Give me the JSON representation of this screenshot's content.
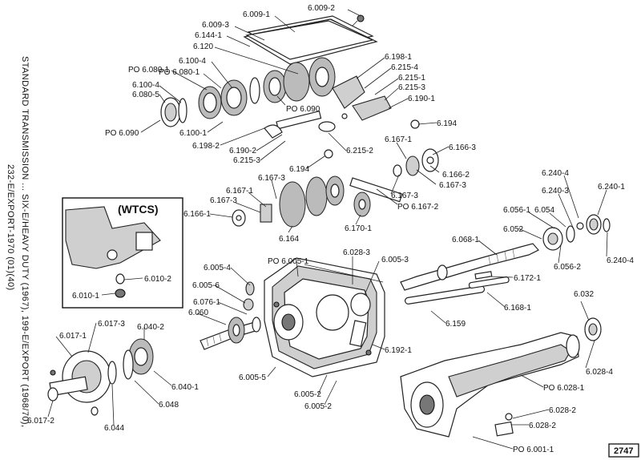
{
  "document": {
    "side_title_line1": "STANDARD TRANSMISSION ... SIX-E/HEAVY DUTY (1967), 199-E/EXPORT (1968/70),",
    "side_title_line2": "232-E/EXPORT-1970 (01)(40)",
    "inset_title": "(WTCS)",
    "page_number": "2747"
  },
  "labels": {
    "l_6009_1": "6.009-1",
    "l_6009_2": "6.009-2",
    "l_6009_3": "6.009-3",
    "l_6144_1": "6.144-1",
    "l_6120": "6.120",
    "l_6100_4a": "6.100-4",
    "l_po6080_1a": "PO 6.080-1",
    "l_po6080_1b": "PO 6.080-1",
    "l_6100_4b": "6.100-4",
    "l_6080_5": "6.080-5",
    "l_po6090a": "PO 6.090",
    "l_po6090b": "PO 6.090",
    "l_6100_1": "6.100-1",
    "l_6198_2": "6.198-2",
    "l_6198_1": "6.198-1",
    "l_6215_4": "6.215-4",
    "l_6215_1": "6.215-1",
    "l_6215_3a": "6.215-3",
    "l_6190_1": "6.190-1",
    "l_6194a": "6.194",
    "l_6190_2": "6.190-2",
    "l_6215_3b": "6.215-3",
    "l_6215_2": "6.215-2",
    "l_6194b": "6.194",
    "l_6167_1a": "6.167-1",
    "l_6166_3": "6.166-3",
    "l_6166_2": "6.166-2",
    "l_6167_3a": "6.167-3",
    "l_6167_3b": "6.167-3",
    "l_po6167_2": "PO 6.167-2",
    "l_6167_3c": "6.167-3",
    "l_6167_1b": "6.167-1",
    "l_6167_3d": "6.167-3",
    "l_6166_1": "6.166-1",
    "l_6164": "6.164",
    "l_6170_1": "6.170-1",
    "l_6240_4a": "6.240-4",
    "l_6240_3": "6.240-3",
    "l_6240_1": "6.240-1",
    "l_6056_1": "6.056-1",
    "l_6054": "6.054",
    "l_6052": "6.052",
    "l_6056_2": "6.056-2",
    "l_6240_4b": "6.240-4",
    "l_6068_1": "6.068-1",
    "l_6010_2": "6.010-2",
    "l_6010_1": "6.010-1",
    "l_6005_4": "6.005-4",
    "l_po6005_1": "PO 6.005-1",
    "l_6028_3": "6.028-3",
    "l_6005_3": "6.005-3",
    "l_6005_6": "6.005-6",
    "l_6076_1": "6.076-1",
    "l_6060": "6.060",
    "l_6172_1": "6.172-1",
    "l_6168_1": "6.168-1",
    "l_6159": "6.159",
    "l_6032": "6.032",
    "l_6017_1": "6.017-1",
    "l_6017_3": "6.017-3",
    "l_6040_2": "6.040-2",
    "l_6192_1": "6.192-1",
    "l_6028_4": "6.028-4",
    "l_6040_1": "6.040-1",
    "l_6048": "6.048",
    "l_6005_5": "6.005-5",
    "l_6005_2a": "6.005-2",
    "l_6005_2b": "6.005-2",
    "l_po6028_1": "PO 6.028-1",
    "l_6028_2a": "6.028-2",
    "l_6028_2b": "6.028-2",
    "l_6017_2": "6.017-2",
    "l_6044": "6.044",
    "l_po6001_1": "PO 6.001-1"
  }
}
